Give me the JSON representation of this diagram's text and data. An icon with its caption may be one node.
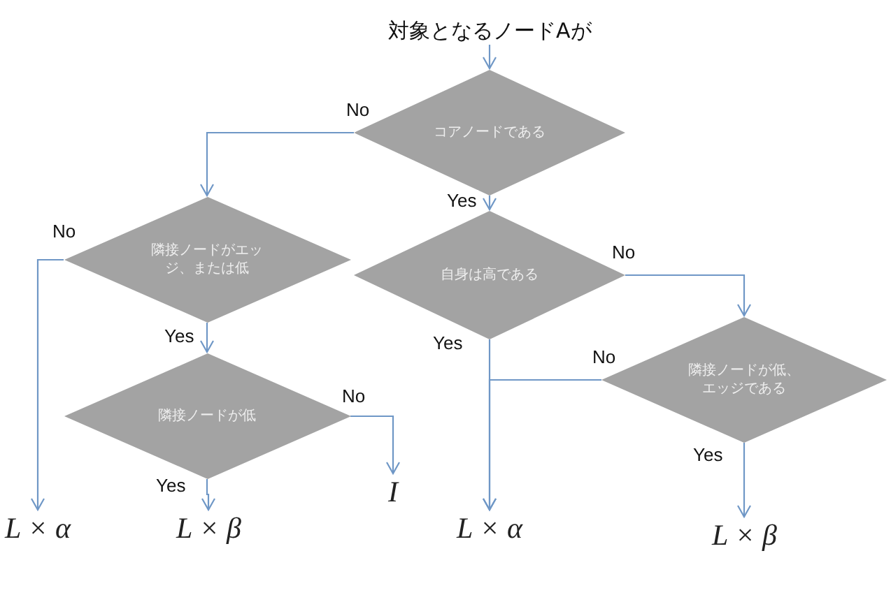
{
  "diagram": {
    "nodes": [
      {
        "text": [
          "対象となるノードAが"
        ]
      },
      {
        "text": [
          "コアノードである"
        ]
      },
      {
        "text": [
          "隣接ノードがエッジ、または低"
        ]
      },
      {
        "text": [
          "隣接ノードが低"
        ]
      },
      {
        "text": [
          "自身は高である"
        ]
      },
      {
        "text": [
          "隣接ノードが低、エッジである"
        ]
      },
      {
        "text": [
          "L × α"
        ]
      },
      {
        "text": [
          "L × β"
        ]
      },
      {
        "text": [
          "I"
        ]
      },
      {
        "text": [
          "L × α"
        ]
      },
      {
        "text": [
          "L × β"
        ]
      }
    ],
    "edges": [
      {
        "from": 0,
        "to": 1,
        "arrow": "to"
      },
      {
        "from": 1,
        "to": 2,
        "arrow": "to",
        "label": "No"
      },
      {
        "from": 1,
        "to": 4,
        "arrow": "to",
        "label": "Yes"
      },
      {
        "from": 2,
        "to": 6,
        "arrow": "to",
        "label": "No"
      },
      {
        "from": 2,
        "to": 3,
        "arrow": "to",
        "label": "Yes"
      },
      {
        "from": 3,
        "to": 8,
        "arrow": "to",
        "label": "No"
      },
      {
        "from": 3,
        "to": 7,
        "arrow": "to",
        "label": "Yes"
      },
      {
        "from": 4,
        "to": 9,
        "arrow": "to",
        "label": "Yes"
      },
      {
        "from": 4,
        "to": 5,
        "arrow": "to",
        "label": "No"
      },
      {
        "from": 5,
        "to": 9,
        "arrow": "to",
        "label": "No"
      },
      {
        "from": 5,
        "to": 10,
        "arrow": "to",
        "label": "Yes"
      }
    ]
  }
}
